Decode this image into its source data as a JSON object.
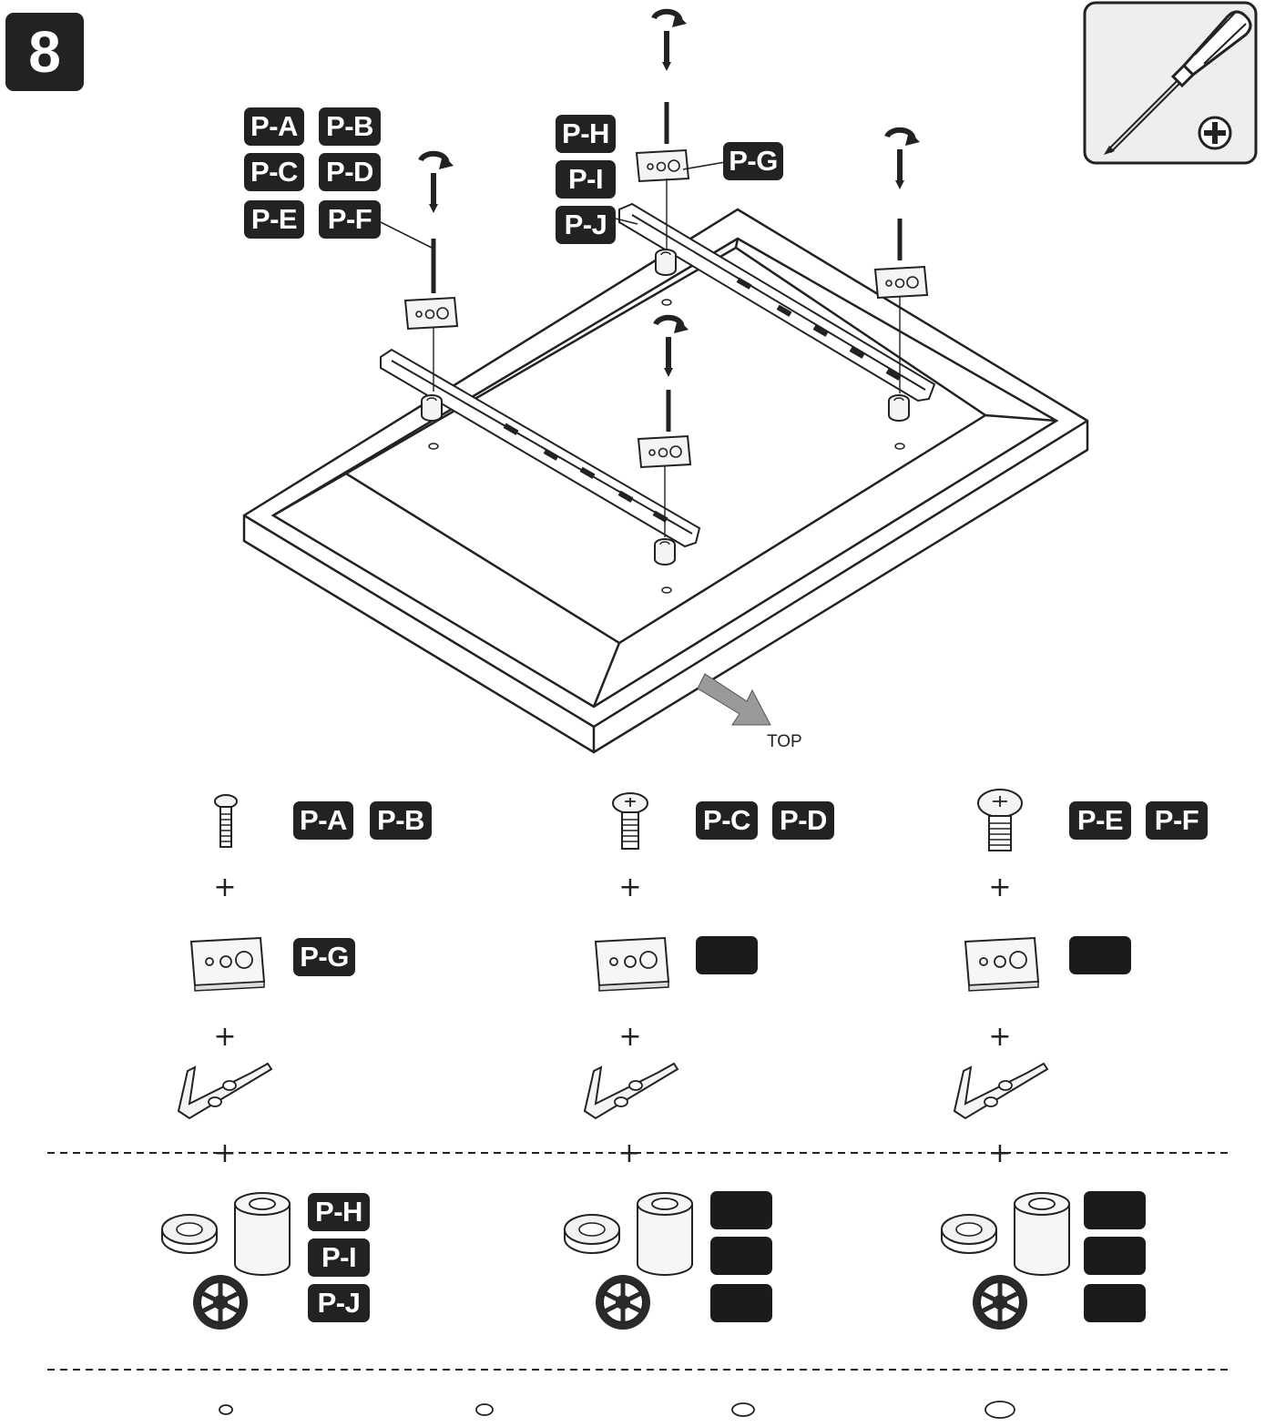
{
  "step_number": "8",
  "tool": {
    "icon": "phillips-screwdriver-icon",
    "mark": "phillips-head-icon"
  },
  "diagram": {
    "top_label": "TOP",
    "screw_labels": [
      "P-A",
      "P-B",
      "P-C",
      "P-D",
      "P-E",
      "P-F"
    ],
    "washer_label": "P-G",
    "spacer_labels": [
      "P-H",
      "P-I",
      "P-J"
    ]
  },
  "options": [
    {
      "screw_labels": [
        "P-A",
        "P-B"
      ],
      "washer_label": "P-G",
      "spacer_labels": [
        "P-H",
        "P-I",
        "P-J"
      ]
    },
    {
      "screw_labels": [
        "P-C",
        "P-D"
      ],
      "washer_label": "",
      "spacer_labels": [
        "",
        "",
        ""
      ]
    },
    {
      "screw_labels": [
        "P-E",
        "P-F"
      ],
      "washer_label": "",
      "spacer_labels": [
        "",
        "",
        ""
      ]
    }
  ],
  "plus_sign": "+"
}
